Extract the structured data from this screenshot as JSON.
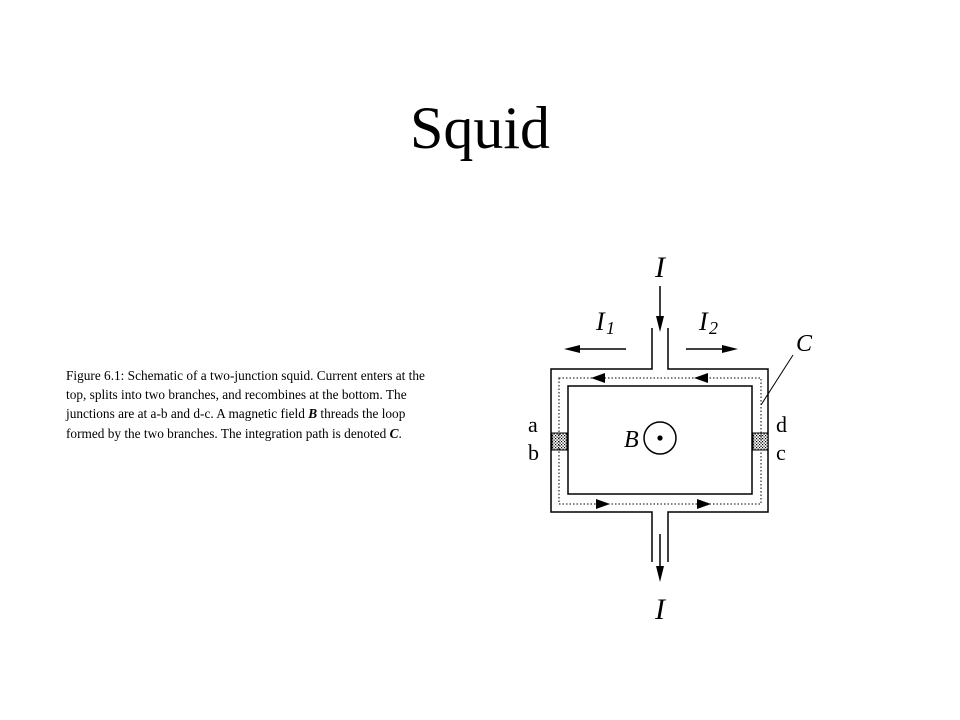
{
  "slide": {
    "title": "Squid"
  },
  "caption": {
    "text_1": "Figure 6.1: Schematic of a two-junction squid. Current enters at the top, splits into two branches, and recombines at the bottom. The junctions are at a-b and d-c. A magnetic field ",
    "field_symbol": "B",
    "text_2": " threads the loop formed by the two branches. The integration path is denoted ",
    "path_symbol": "C",
    "text_3": "."
  },
  "diagram": {
    "current_in": "I",
    "current_out": "I",
    "branch_left": "I",
    "branch_left_sub": "1",
    "branch_right": "I",
    "branch_right_sub": "2",
    "path_label": "C",
    "field_label": "B",
    "junction_a": "a",
    "junction_b": "b",
    "junction_d": "d",
    "junction_c": "c"
  }
}
